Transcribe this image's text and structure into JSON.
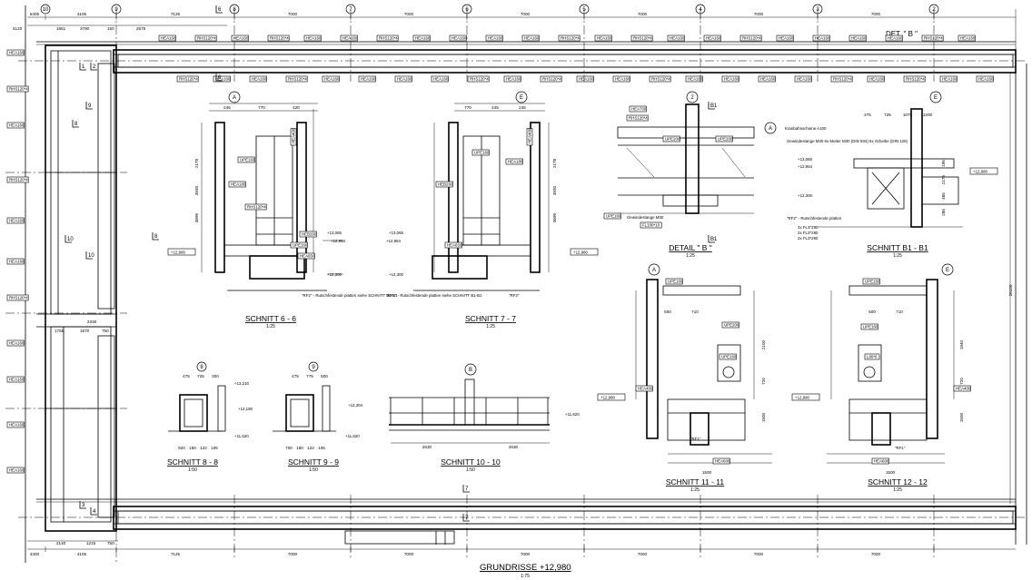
{
  "grid_axes": {
    "top": [
      "10",
      "9",
      "8",
      "7",
      "6",
      "5",
      "4",
      "3",
      "2"
    ],
    "section_letters": [
      "A",
      "E",
      "A",
      "E",
      "B",
      "B"
    ]
  },
  "dimensions": {
    "top_row": [
      "6405",
      "4105",
      "7125",
      "7000",
      "7000",
      "7000",
      "7000",
      "7000",
      "7000"
    ],
    "top_row2": [
      "4120",
      "1851",
      "3790",
      "150",
      "2675"
    ],
    "bottom_row": [
      "4300",
      "4105",
      "7125",
      "7000",
      "7000",
      "7000",
      "7000",
      "7000",
      "7000"
    ],
    "bottom_row2": [
      "2140",
      "1215",
      "750"
    ],
    "left_mid": [
      "1765",
      "1570",
      "750",
      "2330"
    ],
    "right_edge": "26100",
    "schnitt_6": [
      "245",
      "770",
      "420",
      "2178",
      "3930",
      "3695",
      "60",
      "60",
      "445"
    ],
    "schnitt_7": [
      "770",
      "445",
      "245",
      "2178",
      "3930",
      "3695",
      "60",
      "60",
      "445"
    ],
    "schnitt_8": [
      "475",
      "725",
      "300",
      "920",
      "150",
      "122",
      "105"
    ],
    "schnitt_9": [
      "475",
      "775",
      "500",
      "700",
      "150",
      "122",
      "105"
    ],
    "schnitt_10": [
      "2630",
      "2630"
    ],
    "schnitt_11": [
      "710",
      "500",
      "2100",
      "720",
      "1500",
      "545",
      "1040",
      "2100"
    ],
    "schnitt_12": [
      "710",
      "500",
      "1940",
      "720",
      "1500",
      "545",
      "1040",
      "2100"
    ],
    "schnitt_b1": [
      "275",
      "725",
      "1075",
      "1200",
      "195",
      "2175",
      "465",
      "285"
    ]
  },
  "elevations": {
    "main": "+12,980",
    "s6": [
      "+13,065",
      "+12,964",
      "+12,300"
    ],
    "s7": [
      "+13,065",
      "+12,964",
      "+12,300"
    ],
    "s8": [
      "+13,210",
      "+12,190",
      "+11,620"
    ],
    "s9": [
      "+12,304",
      "+11,620"
    ],
    "s10": "+11,620",
    "b1": [
      "+13,065",
      "+12,964",
      "+12,300"
    ]
  },
  "titles": {
    "det_b_tag": "DET. \" B \"",
    "schnitt_6": "SCHNITT 6 - 6",
    "schnitt_7": "SCHNITT 7 - 7",
    "schnitt_8": "SCHNITT 8 - 8",
    "schnitt_9": "SCHNITT 9 - 9",
    "schnitt_10": "SCHNITT 10 - 10",
    "schnitt_11": "SCHNITT 11 - 11",
    "schnitt_12": "SCHNITT 12 - 12",
    "detail_b": "DETAIL \" B \"",
    "schnitt_b1": "SCHNITT B1 - B1",
    "grundrisse": "GRUNDRISSE +12,980"
  },
  "scales": {
    "s25": "1:25",
    "s50": "1:50",
    "s75": "1:75"
  },
  "cut_marks": [
    "6",
    "6",
    "7",
    "7",
    "1",
    "2",
    "3",
    "4",
    "8",
    "8",
    "9",
    "10",
    "10",
    "B1",
    "B1"
  ],
  "profiles": {
    "top": [
      "HEA160",
      "RHS120*4",
      "HEA160",
      "RHS120*4",
      "HEA160",
      "HEA160",
      "RHS120*4",
      "HEA160",
      "HEA160",
      "HEA160"
    ],
    "s6": [
      "HEA400",
      "UPE160",
      "HEA180",
      "RHS120*4",
      "HEB260",
      "UPE160",
      "HEA650"
    ],
    "s7": [
      "HEA400",
      "UPE160",
      "HEA180",
      "HEB260",
      "HEA650"
    ],
    "detB": [
      "HEA700",
      "RHS120*4",
      "UPE200",
      "UPE200",
      "UPE160",
      "FL100*10"
    ],
    "s11": [
      "UPE160",
      "UPE200",
      "UPE160",
      "HEA400",
      "HEA600"
    ],
    "s12": [
      "UPE160",
      "UPE160",
      "L80*6",
      "HEA400",
      "HEA600"
    ]
  },
  "notes": {
    "rf2_s6": "\"RF2\" - Rutschfestende platten siehe SCHNITT B1-B1",
    "rf2_s7": "\"RF2\" - Rutschfestende platten siehe SCHNITT B1-B1",
    "rf3": "\"RF3\"",
    "gewindestange": "Gewindestange M30",
    "kranbahn": "Kranbahnschiene A100",
    "gewinde_b1": "Gewindestange M30 6x Mutter M30 (DIN 934) 6x Scheibe (DIN 125)",
    "rf2_b1": "\"RF2\" - Rutschfestende platten",
    "rf2_plates": [
      "4x FL3*290",
      "2x FL3*290",
      "2x FL3*290"
    ],
    "rf1": "\"RF1\"",
    "rf1b": "\"RF1\""
  }
}
